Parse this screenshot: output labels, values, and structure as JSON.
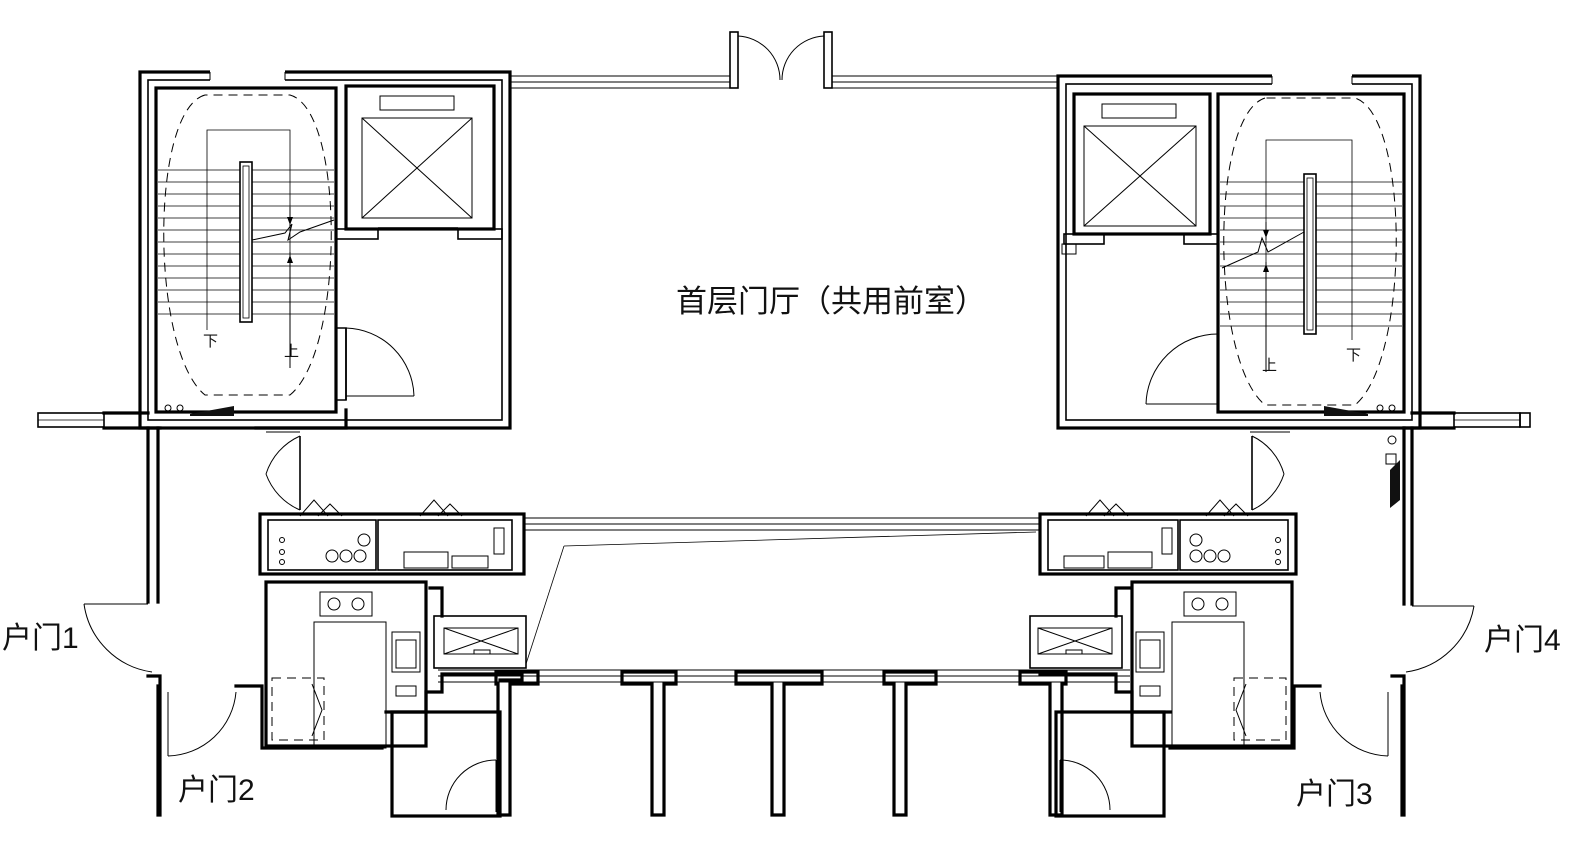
{
  "plan": {
    "hall_label": "首层门厅（共用前室）",
    "doors": [
      {
        "id": "1",
        "label": "户门1"
      },
      {
        "id": "2",
        "label": "户门2"
      },
      {
        "id": "3",
        "label": "户门3"
      },
      {
        "id": "4",
        "label": "户门4"
      }
    ],
    "stairs": {
      "left": {
        "down": "下",
        "up": "上"
      },
      "right": {
        "down": "下",
        "up": "上"
      }
    }
  }
}
